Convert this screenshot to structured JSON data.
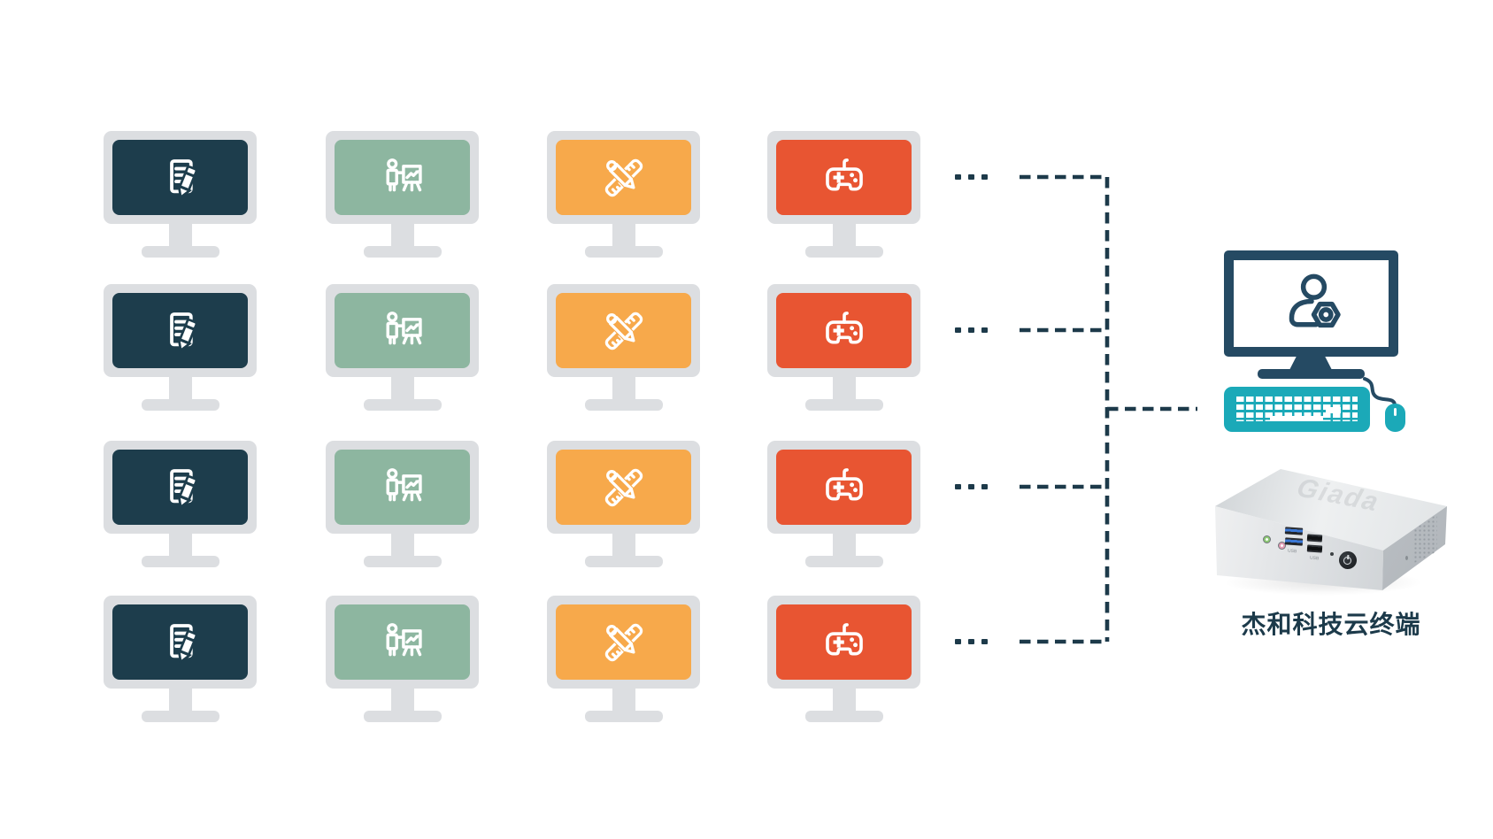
{
  "colors": {
    "navy_screen": "#1d3d4c",
    "green_screen": "#8db6a0",
    "orange_screen": "#f7a94b",
    "red_screen": "#e85532",
    "monitor_frame": "#dcdee1",
    "connector": "#1d3a4a",
    "admin_navy": "#254a63",
    "teal": "#1ba9b8",
    "label_text": "#1c3a4a"
  },
  "monitor_grid": {
    "rows": 4,
    "columns": [
      {
        "name": "office-docs",
        "icon": "document-edit-icon",
        "screen_color": "#1d3d4c"
      },
      {
        "name": "presentation",
        "icon": "presenter-chart-icon",
        "screen_color": "#8db6a0"
      },
      {
        "name": "design-tools",
        "icon": "ruler-pencil-icon",
        "screen_color": "#f7a94b"
      },
      {
        "name": "gaming",
        "icon": "game-controller-icon",
        "screen_color": "#e85532"
      }
    ]
  },
  "connections": {
    "ellipsis": "...",
    "style": "dashed"
  },
  "admin_station": {
    "icon": "user-gear-icon"
  },
  "terminal_device": {
    "label": "杰和科技云终端",
    "logo_text": "Giada",
    "port_labels": [
      "USB",
      "USB"
    ]
  }
}
